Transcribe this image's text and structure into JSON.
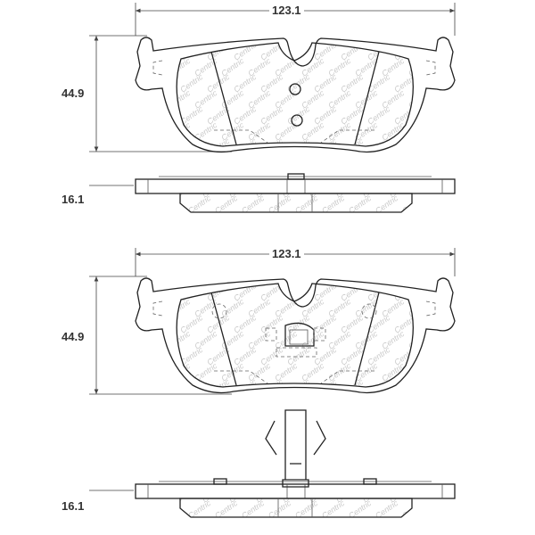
{
  "title": "Brake pad dimension drawing",
  "watermark": "Centric",
  "views": [
    {
      "name": "top-pad-face",
      "width_label": "123.1",
      "height_label": "44.9"
    },
    {
      "name": "top-pad-side",
      "thickness_label": "16.1"
    },
    {
      "name": "bottom-pad-face",
      "width_label": "123.1",
      "height_label": "44.9"
    },
    {
      "name": "bottom-pad-side",
      "thickness_label": "16.1"
    }
  ]
}
